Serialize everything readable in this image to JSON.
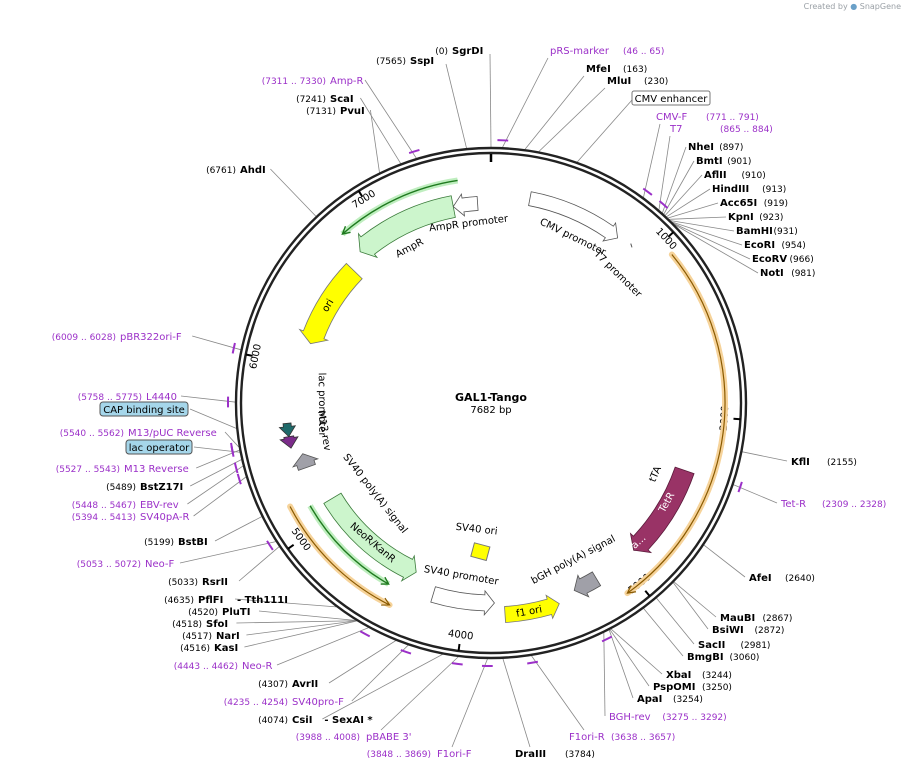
{
  "plasmid": {
    "name": "GAL1-Tango",
    "size_label": "7682 bp"
  },
  "credit": {
    "created_by": "Created by",
    "brand": "SnapGene"
  },
  "ticks": [
    "1000",
    "2000",
    "3000",
    "4000",
    "5000",
    "6000",
    "7000"
  ],
  "features": {
    "cmv_promoter": "CMV promoter",
    "t7_promoter": "T7 promoter",
    "ampr_promoter": "AmpR promoter",
    "ampr": "AmpR",
    "ori": "ori",
    "lac_promoter": "lac promoter",
    "m13_rev": "M13 rev",
    "sv40_polya": "SV40 poly(A) signal",
    "neor": "NeoR/KanR",
    "sv40_promoter": "SV40 promoter",
    "sv40_ori": "SV40 ori",
    "f1_ori": "f1 ori",
    "bgh_polya": "bGH poly(A) signal",
    "tta": "tTA",
    "tetr": "TetR",
    "vp16": "VP16 a..."
  },
  "top_sites": [
    {
      "num": "(0)",
      "name": "SgrDI",
      "color": "#000000"
    },
    {
      "num": "(7565)",
      "name": "SspI",
      "color": "#000000"
    },
    {
      "name": "pRS-marker",
      "num": "(46 .. 65)",
      "color": "#9b30c8"
    },
    {
      "name": "MfeI",
      "num": "(163)",
      "color": "#000000"
    },
    {
      "name": "MluI",
      "num": "(230)",
      "color": "#000000"
    },
    {
      "name": "CMV enhancer",
      "color": "#000000"
    }
  ],
  "right_cluster": [
    {
      "name": "NheI",
      "num": "(897)"
    },
    {
      "name": "BmtI",
      "num": "(901)"
    },
    {
      "name": "AflII",
      "num": "(910)"
    },
    {
      "name": "HindIII",
      "num": "(913)"
    },
    {
      "name": "Acc65I",
      "num": "(919)"
    },
    {
      "name": "KpnI",
      "num": "(923)"
    },
    {
      "name": "BamHI",
      "num": "(931)"
    },
    {
      "name": "EcoRI",
      "num": "(954)"
    },
    {
      "name": "EcoRV",
      "num": "(966)"
    },
    {
      "name": "NotI",
      "num": "(981)"
    }
  ],
  "right_primers": [
    {
      "name": "CMV-F",
      "num": "(771 .. 791)"
    },
    {
      "name": "T7",
      "num": "(865 .. 884)"
    }
  ],
  "right_sites": [
    {
      "name": "KflI",
      "num": "(2155)",
      "primer": false
    },
    {
      "name": "Tet-R",
      "num": "(2309 .. 2328)",
      "primer": true
    },
    {
      "name": "AfeI",
      "num": "(2640)",
      "primer": false
    },
    {
      "name": "MauBI",
      "num": "(2867)",
      "primer": false
    },
    {
      "name": "BsiWI",
      "num": "(2872)",
      "primer": false
    },
    {
      "name": "SacII",
      "num": "(2981)",
      "primer": false
    },
    {
      "name": "BmgBI",
      "num": "(3060)",
      "primer": false
    },
    {
      "name": "XbaI",
      "num": "(3244)",
      "primer": false
    },
    {
      "name": "PspOMI",
      "num": "(3250)",
      "primer": false
    },
    {
      "name": "ApaI",
      "num": "(3254)",
      "primer": false
    },
    {
      "name": "BGH-rev",
      "num": "(3275 .. 3292)",
      "primer": true
    }
  ],
  "bottom_sites": [
    {
      "name": "F1ori-R",
      "num": "(3638 .. 3657)",
      "primer": true
    },
    {
      "name": "DraIII",
      "num": "(3784)",
      "primer": false
    },
    {
      "name": "F1ori-F",
      "num": "(3848 .. 3869)",
      "primer": true
    },
    {
      "name": "pBABE 3'",
      "num": "(3988 .. 4008)",
      "primer": true
    }
  ],
  "left_sites": [
    {
      "num": "(7311 .. 7330)",
      "name": "Amp-R",
      "primer": true
    },
    {
      "num": "(7241)",
      "name": "ScaI",
      "primer": false
    },
    {
      "num": "(7131)",
      "name": "PvuI",
      "primer": false
    },
    {
      "num": "(6761)",
      "name": "AhdI",
      "primer": false
    },
    {
      "num": "(6009 .. 6028)",
      "name": "pBR322ori-F",
      "primer": true
    },
    {
      "num": "(5758 .. 5775)",
      "name": "L4440",
      "primer": true
    },
    {
      "name": "CAP binding site",
      "boxed": true
    },
    {
      "num": "(5540 .. 5562)",
      "name": "M13/pUC Reverse",
      "primer": true
    },
    {
      "name": "lac operator",
      "boxed": true
    },
    {
      "num": "(5527 .. 5543)",
      "name": "M13 Reverse",
      "primer": true
    },
    {
      "num": "(5489)",
      "name": "BstZ17I",
      "primer": false
    },
    {
      "num": "(5448 .. 5467)",
      "name": "EBV-rev",
      "primer": true
    },
    {
      "num": "(5394 .. 5413)",
      "name": "SV40pA-R",
      "primer": true
    },
    {
      "num": "(5199)",
      "name": "BstBI",
      "primer": false
    },
    {
      "num": "(5053 .. 5072)",
      "name": "Neo-F",
      "primer": true
    },
    {
      "num": "(5033)",
      "name": "RsrII",
      "primer": false
    },
    {
      "num": "(4635)",
      "name": "PflFI",
      "extra": "- Tth111I",
      "primer": false
    },
    {
      "num": "(4520)",
      "name": "PluTI",
      "primer": false
    },
    {
      "num": "(4518)",
      "name": "SfoI",
      "primer": false
    },
    {
      "num": "(4517)",
      "name": "NarI",
      "primer": false
    },
    {
      "num": "(4516)",
      "name": "KasI",
      "primer": false
    },
    {
      "num": "(4443 .. 4462)",
      "name": "Neo-R",
      "primer": true
    },
    {
      "num": "(4307)",
      "name": "AvrII",
      "primer": false
    },
    {
      "num": "(4235 .. 4254)",
      "name": "SV40pro-F",
      "primer": true
    },
    {
      "num": "(4074)",
      "name": "CsiI",
      "extra": "- SexAI *",
      "primer": false
    }
  ],
  "colors": {
    "backbone": "#222222",
    "primer": "#9b30c8",
    "promoter": "#ffffff",
    "ampr": "#ccf5cc",
    "ori_yellow": "#ffff00",
    "tetr": "#993366",
    "orange": "#e8a33d",
    "polya_grey": "#a0a0a8",
    "boxed_fill": "#a5d6ea"
  }
}
